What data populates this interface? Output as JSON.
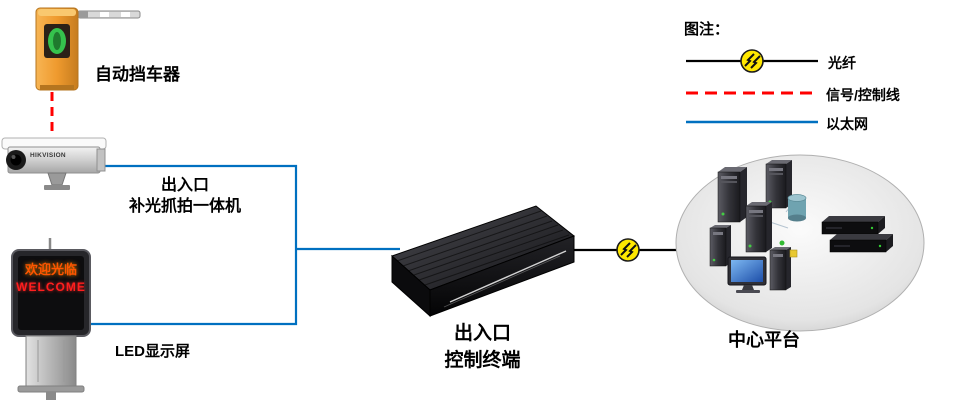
{
  "diagram": {
    "barrier": {
      "label": "自动挡车器"
    },
    "camera": {
      "brand": "HIKVISION",
      "label_line1": "出入口",
      "label_line2": "补光抓拍一体机"
    },
    "led": {
      "screen_text_cn": "欢迎光临",
      "screen_text_en": "WELCOME",
      "label": "LED显示屏"
    },
    "terminal": {
      "label_line1": "出入口",
      "label_line2": "控制终端"
    },
    "platform": {
      "label": "中心平台"
    },
    "legend": {
      "title": "图注：",
      "items": [
        {
          "label": "光纤",
          "line_style": "solid-with-fiber-symbol",
          "color": "#000000"
        },
        {
          "label": "信号/控制线",
          "line_style": "dashed",
          "color": "#FF0000"
        },
        {
          "label": "以太网",
          "line_style": "solid",
          "color": "#0070C0"
        }
      ]
    },
    "colors": {
      "fiber_line": "#000000",
      "signal_line": "#FF0000",
      "ethernet_line": "#0070C0",
      "fiber_symbol": "#FFE800",
      "barrier_post": "#EF9A2E"
    }
  }
}
